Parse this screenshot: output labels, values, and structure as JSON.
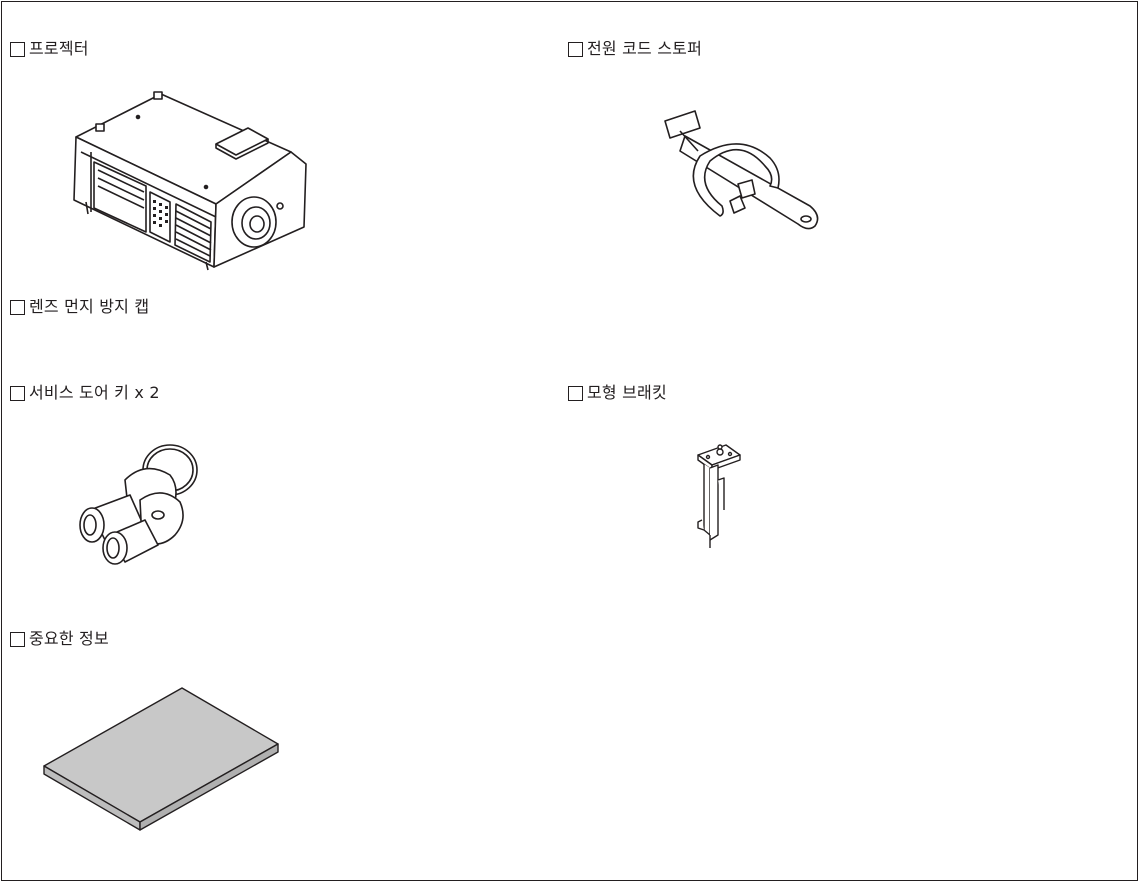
{
  "checklist": {
    "projector": "프로젝터",
    "power_cord_stopper": "전원 코드 스토퍼",
    "lens_dust_cap": "렌즈 먼지 방지 캡",
    "service_door_keys": "서비스 도어 키 x 2",
    "dummy_bracket": "모형 브래킷",
    "important_info": "중요한 정보"
  },
  "illustrations": {
    "projector": "projector-illustration",
    "power_cord_stopper": "cord-stopper-illustration",
    "service_door_keys": "keys-illustration",
    "dummy_bracket": "bracket-illustration",
    "important_info": "booklet-illustration"
  }
}
